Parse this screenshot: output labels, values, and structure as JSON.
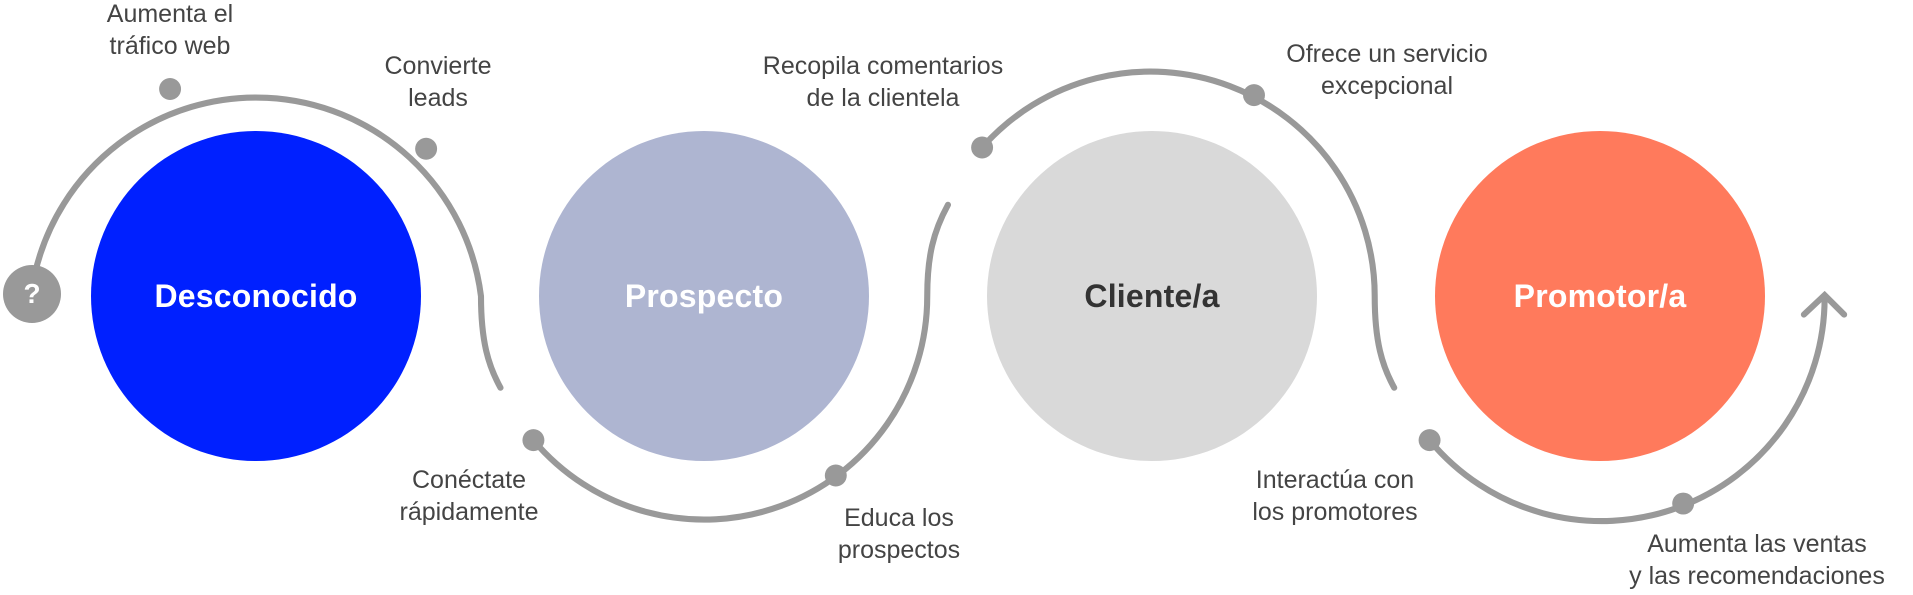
{
  "colors": {
    "unknown": "#0020FF",
    "prospect": "#AEB5D1",
    "client": "#D9D9D9",
    "promoter": "#FF7A5C",
    "path": "#999999",
    "text": "#444444"
  },
  "start_icon": {
    "name": "question-icon",
    "glyph": "?"
  },
  "stages": [
    {
      "label": "Desconocido"
    },
    {
      "label": "Prospecto"
    },
    {
      "label": "Cliente/a"
    },
    {
      "label": "Promotor/a"
    }
  ],
  "notes": {
    "traffic": [
      "Aumenta el",
      "tráfico web"
    ],
    "convert": [
      "Convierte",
      "leads"
    ],
    "connect": [
      "Conéctate",
      "rápidamente"
    ],
    "educate": [
      "Educa los",
      "prospectos"
    ],
    "feedback": [
      "Recopila comentarios",
      "de la clientela"
    ],
    "service": [
      "Ofrece un servicio",
      "excepcional"
    ],
    "interact": [
      "Interactúa con",
      "los promotores"
    ],
    "sales": [
      "Aumenta las ventas",
      "y las recomendaciones"
    ]
  }
}
